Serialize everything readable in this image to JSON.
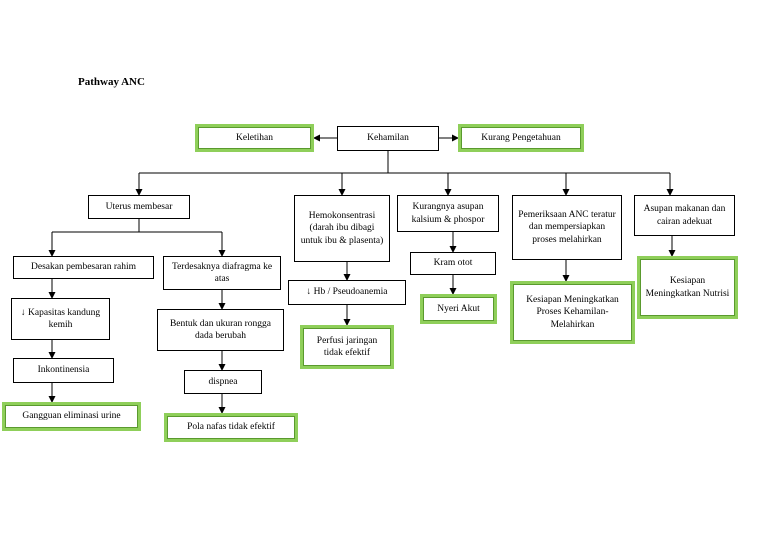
{
  "title": "Pathway ANC",
  "nodes": {
    "kehamilan": "Kehamilan",
    "keletihan": "Keletihan",
    "kurang_pengetahuan": "Kurang Pengetahuan",
    "uterus_membesar": "Uterus membesar",
    "hemokonsentrasi": "Hemokonsentrasi (darah ibu dibagi untuk ibu & plasenta)",
    "kurangnya_asupan": "Kurangnya asupan kalsium & phospor",
    "pemeriksaan_anc": "Pemeriksaan ANC teratur dan mempersiapkan proses melahirkan",
    "asupan_makanan": "Asupan makanan dan cairan adekuat",
    "desakan_rahim": "Desakan pembesaran rahim",
    "terdesaknya_diafragma": "Terdesaknya diafragma ke atas",
    "hb_pseudoanemia": "↓ Hb / Pseudoanemia",
    "kram_otot": "Kram otot",
    "kesiapan_proses": "Kesiapan Meningkatkan Proses Kehamilan-Melahirkan",
    "kesiapan_nutrisi": "Kesiapan Meningkatkan Nutrisi",
    "kapasitas_kemih": "↓ Kapasitas kandung kemih",
    "bentuk_rongga": "Bentuk dan ukuran rongga dada berubah",
    "perfusi_jaringan": "Perfusi jaringan tidak efektif",
    "nyeri_akut": "Nyeri Akut",
    "inkontinensia": "Inkontinensia",
    "dispnea": "dispnea",
    "gangguan_eliminasi": "Gangguan eliminasi urine",
    "pola_nafas": "Pola nafas tidak efektif"
  }
}
